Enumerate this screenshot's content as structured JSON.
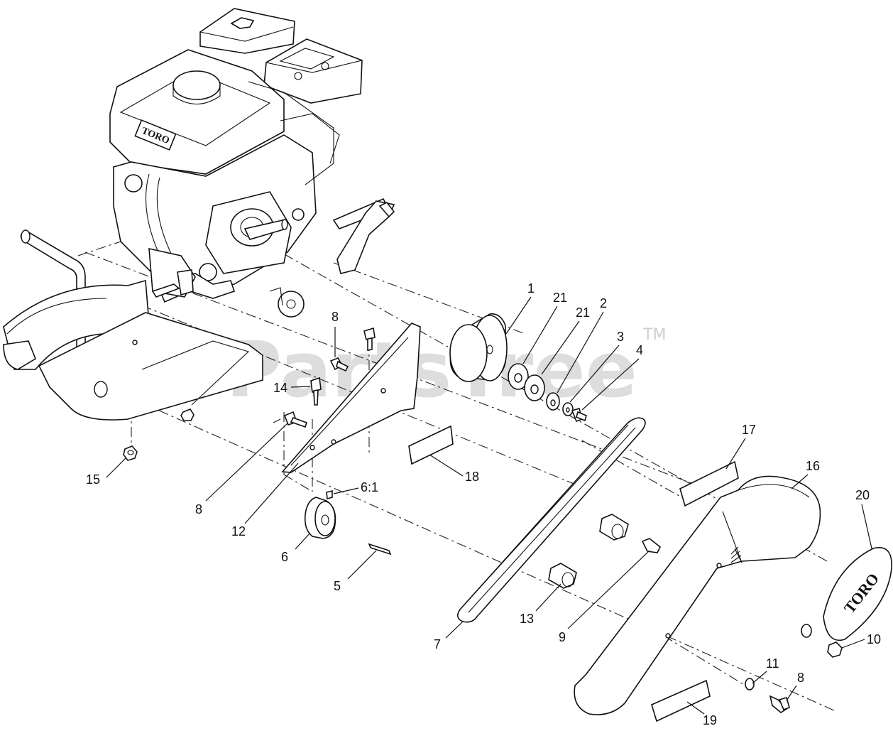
{
  "watermark": {
    "text": "PartsTree",
    "trademark": "TM"
  },
  "logos": {
    "engine": "TORO",
    "guard_cover": "TORO"
  },
  "callouts": {
    "c1": "1",
    "c21a": "21",
    "c21b": "21",
    "c2": "2",
    "c3": "3",
    "c4": "4",
    "c8a": "8",
    "c14": "14",
    "c8b": "8",
    "c12": "12",
    "c15": "15",
    "c18": "18",
    "c6_1": "6:1",
    "c6": "6",
    "c5": "5",
    "c17": "17",
    "c16": "16",
    "c20": "20",
    "c13": "13",
    "c9": "9",
    "c7": "7",
    "c10": "10",
    "c11": "11",
    "c8c": "8",
    "c19": "19"
  }
}
